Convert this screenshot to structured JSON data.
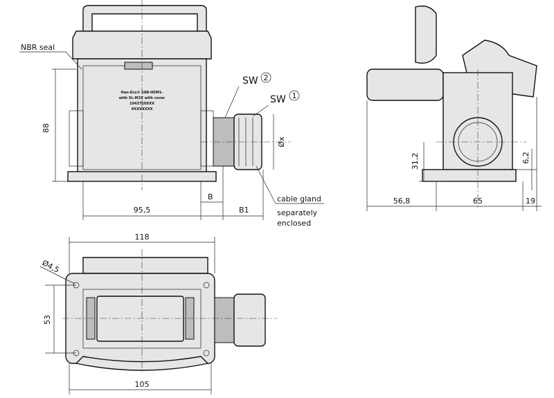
{
  "labels": {
    "nbr_seal": "NBR seal",
    "sw2": "SW",
    "sw2_num": "2",
    "sw1": "SW",
    "sw1_num": "1",
    "diameter_x": "Øx",
    "cable_gland": "cable gland",
    "separately": "separately",
    "enclosed": "enclosed",
    "b": "B",
    "b1": "B1",
    "hole_diameter": "Ø4,5"
  },
  "product_label": {
    "line1": "Han-Eco® 10B-HSM1-",
    "line2": "with SL-M3X with cover",
    "line3": "1943710XXX",
    "line4": "XXXXXXXX"
  },
  "dimensions": {
    "front_height": "88",
    "front_width": "95,5",
    "side_left": "56,8",
    "side_mid": "65",
    "side_right": "19",
    "side_axis_height": "31,2",
    "side_base_height": "6,2",
    "top_overall": "118",
    "top_height": "53",
    "top_bottom": "105"
  }
}
